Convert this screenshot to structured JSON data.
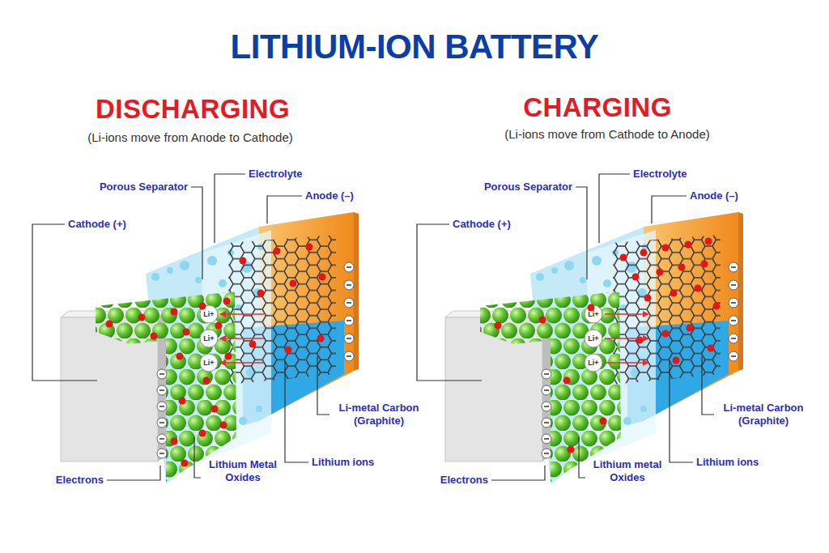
{
  "diagram": {
    "title": "LITHIUM-ION BATTERY",
    "labels": [
      "DISCHARGING",
      "(Li-ions move from Anode to Cathode)",
      "Porous Separator",
      "Electrolyte",
      "Anode (–)",
      "Cathode (+)",
      "Li-metal Carbon (Graphite)",
      "Lithium ions",
      "Lithium Metal Oxides",
      "Electrons",
      "Li+",
      "Li+",
      "Li+",
      "CHARGING",
      "(Li-ions move from Cathode to Anode)",
      "Porous Separator",
      "Electrolyte",
      "Anode (–)",
      "Cathode (+)",
      "Li-metal Carbon (Graphite)",
      "Lithium ions",
      "Lithium metal Oxides",
      "Electrons",
      "Li+",
      "Li+",
      "Li+"
    ]
  }
}
